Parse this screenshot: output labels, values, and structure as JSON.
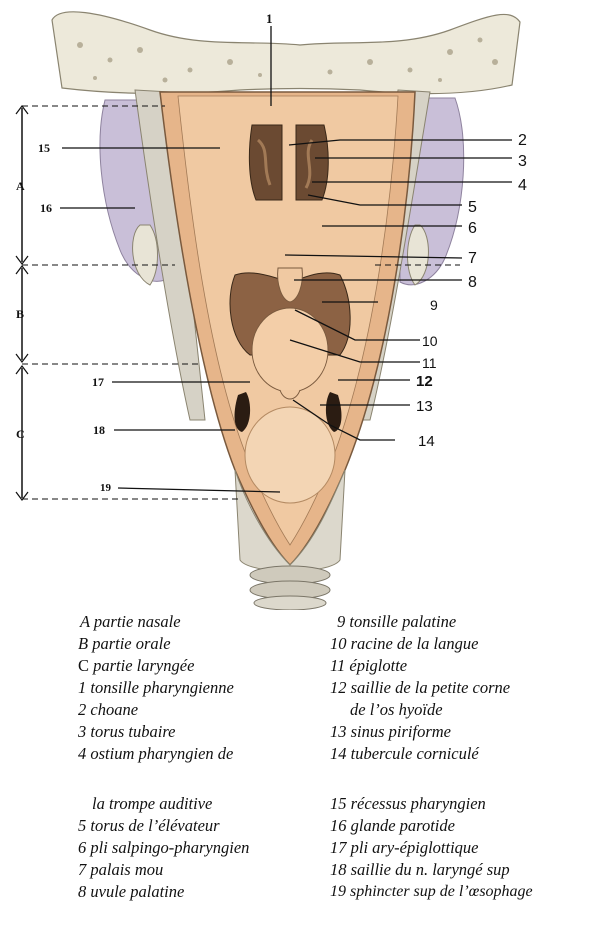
{
  "figure": {
    "callouts": {
      "n1": "1",
      "n2": "2",
      "n3": "3",
      "n4": "4",
      "n5": "5",
      "n6": "6",
      "n7": "7",
      "n8": "8",
      "n9": "9",
      "n10": "10",
      "n11": "11",
      "n12": "12",
      "n13": "13",
      "n14": "14",
      "n15": "15",
      "n16": "16",
      "n17": "17",
      "n18": "18",
      "n19": "19"
    },
    "sections": {
      "a": "A",
      "b": "B",
      "c": "C"
    }
  },
  "legend": {
    "A": "A partie nasale",
    "B": "B partie orale",
    "C_letter": "C",
    "C_text": " partie laryngée",
    "i1": "1 tonsille pharyngienne",
    "i2": "2 choane",
    "i3": "3 torus tubaire",
    "i4a": "4 ostium pharyngien de",
    "i4b": "la trompe auditive",
    "i5": "5 torus de l’élévateur",
    "i6": "6  pli salpingo-pharyngien",
    "i7": "7  palais mou",
    "i8": "8 uvule palatine",
    "i9": "9 tonsille palatine",
    "i10": "10 racine de la langue",
    "i11": "11 épiglotte",
    "i12a": "12 saillie de la petite corne",
    "i12b": "de  l’os hyoïde",
    "i13": "13 sinus piriforme",
    "i14": "14 tubercule corniculé",
    "i15": "15 récessus pharyngien",
    "i16": "16 glande parotide",
    "i17": "17 pli ary-épiglottique",
    "i18": "18 saillie du n. laryngé sup",
    "i19": "19 sphincter sup de l’œsophage"
  }
}
